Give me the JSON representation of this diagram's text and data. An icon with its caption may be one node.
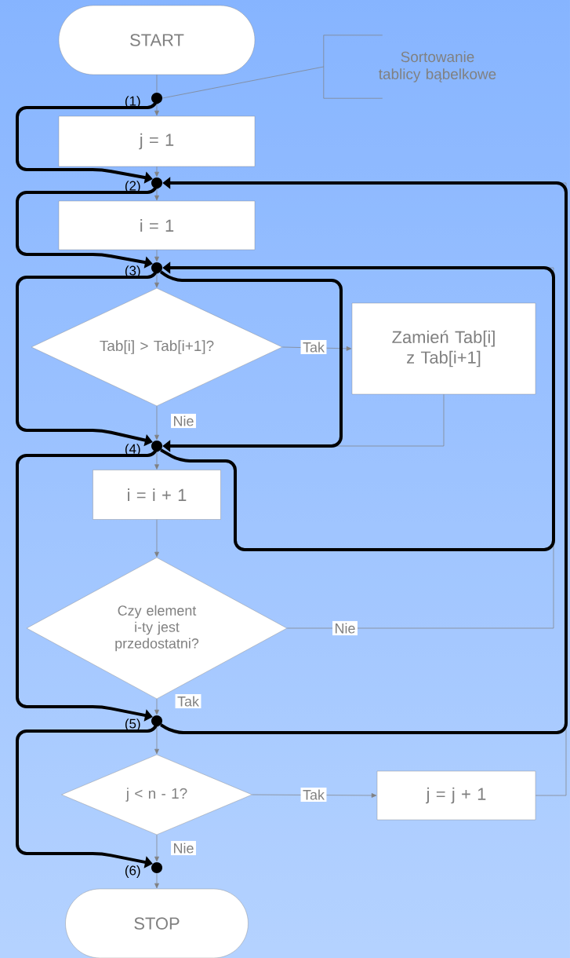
{
  "diagram": {
    "nodes": [
      {
        "text": [
          "START"
        ]
      },
      {
        "text": [
          "Sortowanie tablicy bąbelkowe"
        ]
      },
      {
        "text": [],
        "shape": "circle",
        "beside": [
          "(1)"
        ]
      },
      {
        "text": [
          "j = 1"
        ]
      },
      {
        "text": [],
        "shape": "circle",
        "beside": [
          "(2)"
        ]
      },
      {
        "text": [
          "i = 1"
        ]
      },
      {
        "text": [],
        "shape": "circle",
        "beside": [
          "(3)"
        ]
      },
      {
        "text": [
          "Tab[i] > Tab[i+1]?"
        ]
      },
      {
        "text": [
          "Zamień Tab[i] z Tab[i+1]"
        ]
      },
      {
        "text": [],
        "shape": "circle",
        "beside": [
          "(4)"
        ]
      },
      {
        "text": [
          "i = i + 1"
        ]
      },
      {
        "text": [
          "Czy element i-ty jest przedostatni?"
        ]
      },
      {
        "text": [],
        "shape": "circle",
        "beside": [
          "(5)"
        ]
      },
      {
        "text": [
          "j < n - 1?"
        ]
      },
      {
        "text": [
          "j = j + 1"
        ]
      },
      {
        "text": [],
        "shape": "circle",
        "beside": [
          "(6)"
        ]
      },
      {
        "text": [
          "STOP"
        ]
      }
    ],
    "edges": [
      {
        "from": 0,
        "to": 2,
        "arrow": "none"
      },
      {
        "from": 2,
        "to": 3,
        "arrow": "to"
      },
      {
        "from": 3,
        "to": 4,
        "arrow": "to"
      },
      {
        "from": 4,
        "to": 5,
        "arrow": "to"
      },
      {
        "from": 5,
        "to": 6,
        "arrow": "to"
      },
      {
        "from": 6,
        "to": 7,
        "arrow": "to"
      },
      {
        "from": 7,
        "to": 8,
        "arrow": "to",
        "label": "Tak"
      },
      {
        "from": 7,
        "to": 9,
        "arrow": "to",
        "label": "Nie"
      },
      {
        "from": 8,
        "to": 9,
        "arrow": "to"
      },
      {
        "from": 9,
        "to": 10,
        "arrow": "to"
      },
      {
        "from": 10,
        "to": 11,
        "arrow": "to"
      },
      {
        "from": 11,
        "to": 12,
        "arrow": "to",
        "label": "Tak"
      },
      {
        "from": 11,
        "to": 6,
        "arrow": "to",
        "label": "Nie"
      },
      {
        "from": 12,
        "to": 13,
        "arrow": "to"
      },
      {
        "from": 13,
        "to": 14,
        "arrow": "to",
        "label": "Tak"
      },
      {
        "from": 13,
        "to": 15,
        "arrow": "to",
        "label": "Nie"
      },
      {
        "from": 14,
        "to": 4,
        "arrow": "to"
      },
      {
        "from": 15,
        "to": 16,
        "arrow": "to"
      },
      {
        "from": 1,
        "to": 2,
        "arrow": "none"
      },
      {
        "from": 2,
        "to": 4,
        "arrow": "to",
        "style": "thick",
        "color": "#000000"
      },
      {
        "from": 4,
        "to": 6,
        "arrow": "to",
        "style": "thick",
        "color": "#000000"
      },
      {
        "from": 6,
        "to": 9,
        "arrow": "to",
        "style": "thick",
        "color": "#000000"
      },
      {
        "from": 6,
        "to": 9,
        "arrow": "to",
        "style": "thick",
        "color": "#000000"
      },
      {
        "from": 9,
        "to": 12,
        "arrow": "to",
        "style": "thick",
        "color": "#000000"
      },
      {
        "from": 9,
        "to": 6,
        "arrow": "to",
        "style": "thick",
        "color": "#000000"
      },
      {
        "from": 12,
        "to": 15,
        "arrow": "to",
        "style": "thick",
        "color": "#000000"
      },
      {
        "from": 12,
        "to": 4,
        "arrow": "to",
        "style": "thick",
        "color": "#000000"
      }
    ]
  }
}
